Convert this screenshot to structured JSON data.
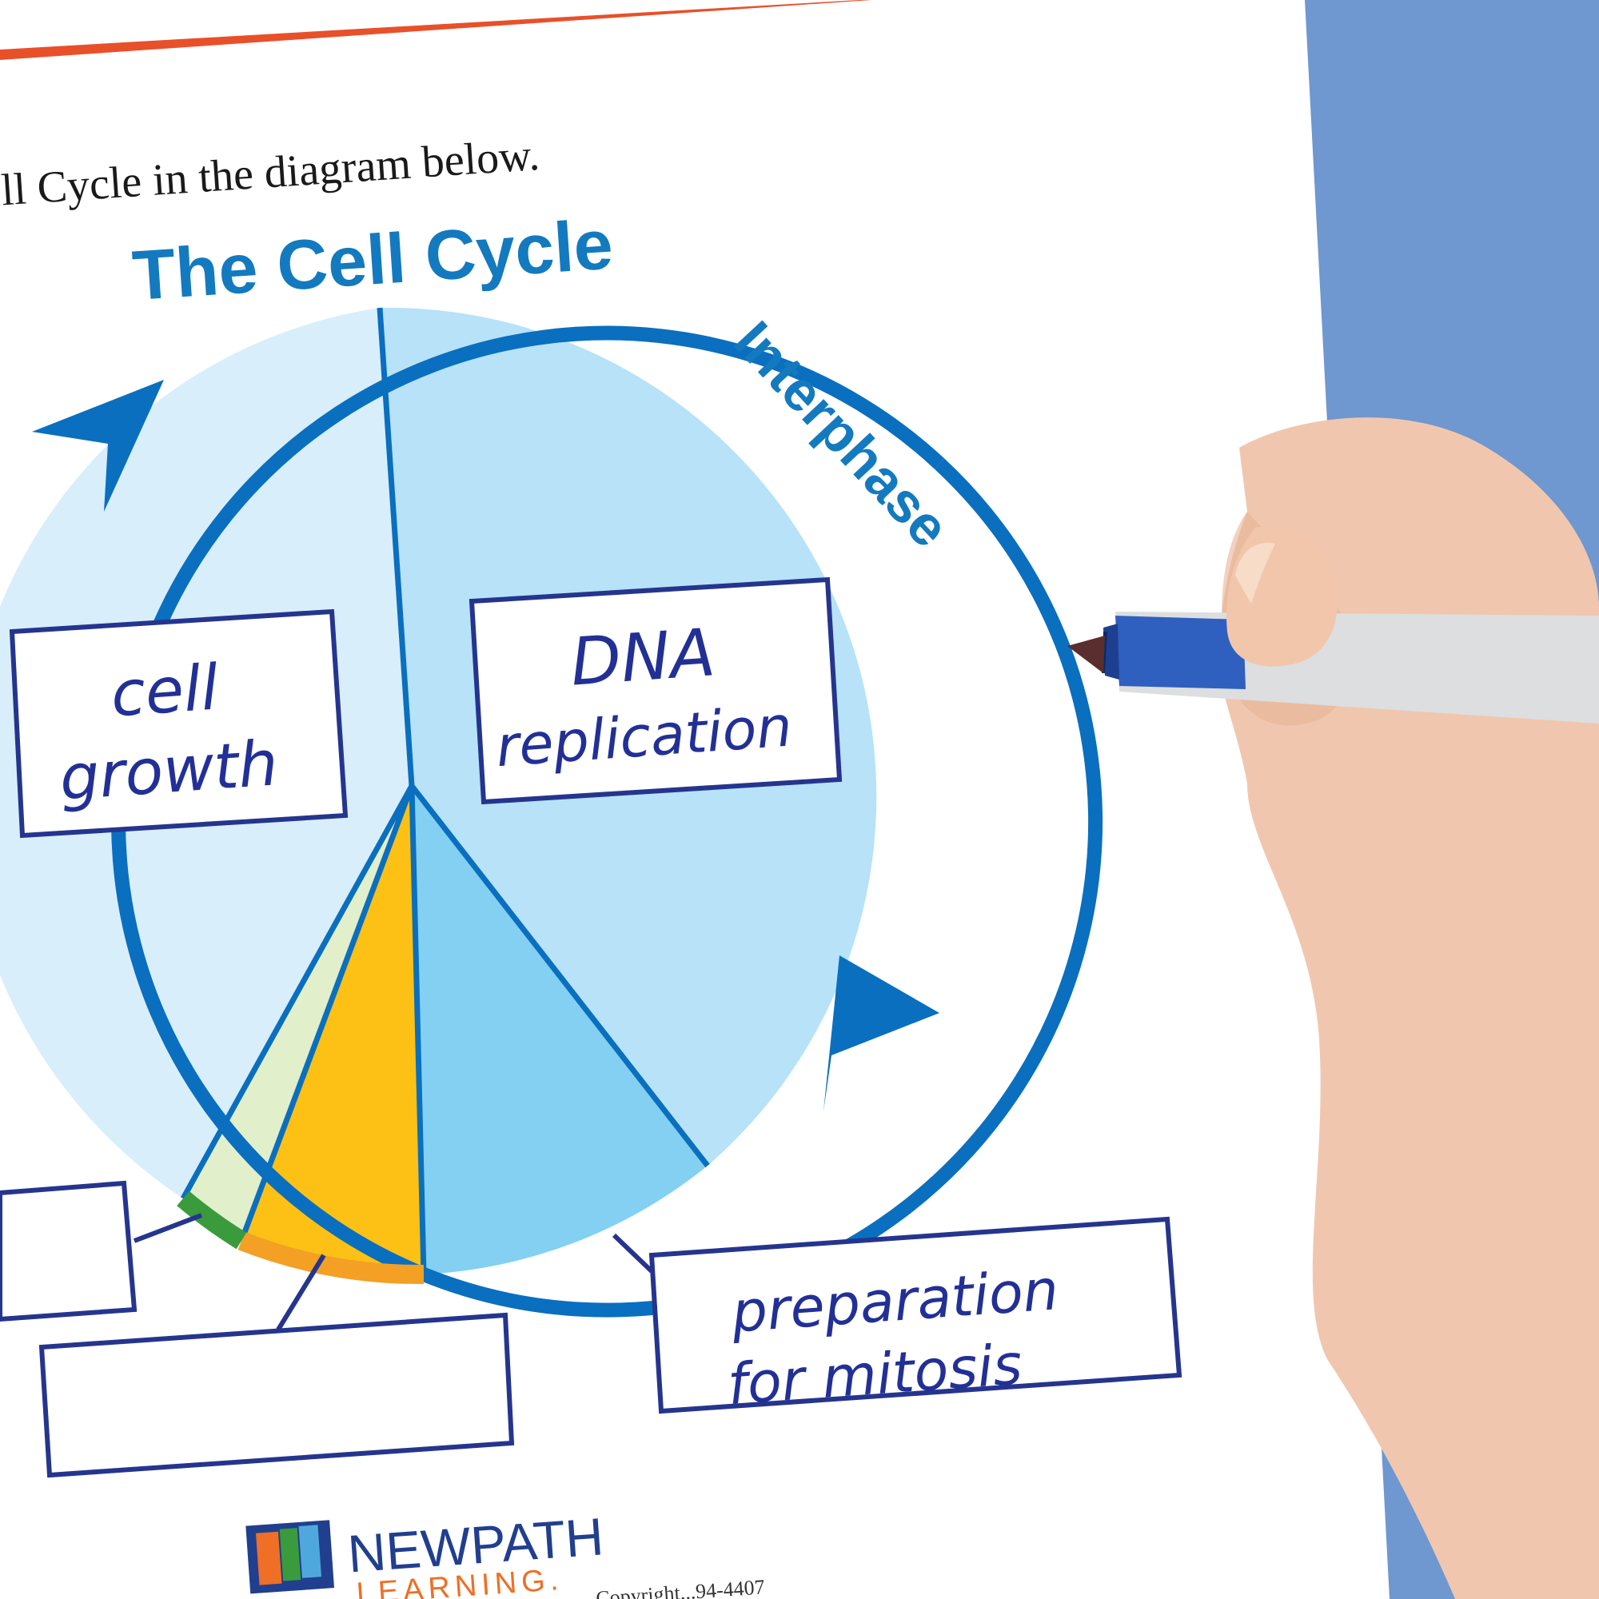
{
  "instruction": "ll Cycle in the diagram below.",
  "diagram": {
    "title": "The Cell Cycle",
    "arc_label": "Interphase",
    "colors": {
      "ring": "#0a6fbf",
      "title": "#137abf",
      "pale_slice": "#d8eefb",
      "mid_slice": "#b7e2f8",
      "light_slice": "#84d0f3",
      "yellow_slice": "#fcc114",
      "pale_green_slice": "#e2efcb",
      "orange_arc": "#f4a024",
      "green_arc": "#3a9b3c",
      "handwriting": "#223096",
      "box_border": "#25358e"
    },
    "boxes": [
      {
        "line1": "cell",
        "line2": "growth"
      },
      {
        "line1": "DNA",
        "line2": "replication"
      },
      {
        "line1": "preparation",
        "line2": "for mitosis"
      },
      {
        "line1": "",
        "line2": ""
      },
      {
        "line1": "",
        "line2": ""
      }
    ]
  },
  "logo": {
    "line1": "NEWPATH",
    "line2": "LEARNING.",
    "colors": {
      "navy": "#213f8f",
      "orange": "#ee6f25"
    }
  },
  "footer": "Copyright...94-4407"
}
